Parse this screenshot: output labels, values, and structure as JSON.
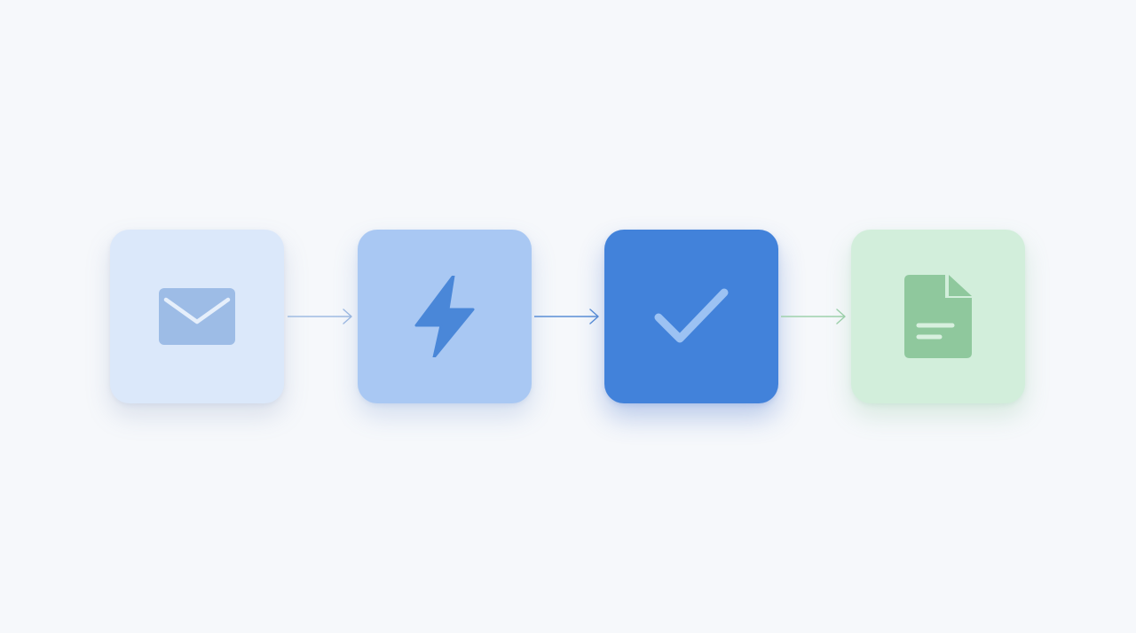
{
  "diagram": {
    "steps": [
      {
        "icon": "envelope-icon",
        "tile_color": "#dbe8fa",
        "icon_color": "#9dbce6"
      },
      {
        "icon": "lightning-bolt-icon",
        "tile_color": "#a9c8f3",
        "icon_color": "#4a87d8"
      },
      {
        "icon": "checkmark-icon",
        "tile_color": "#4282da",
        "icon_color": "#9cc2f3"
      },
      {
        "icon": "document-icon",
        "tile_color": "#d2eedb",
        "icon_color": "#8fc89d"
      }
    ],
    "connectors": [
      {
        "from": 1,
        "to": 2,
        "color": "#9fbbe2"
      },
      {
        "from": 2,
        "to": 3,
        "color": "#5a8ed6"
      },
      {
        "from": 3,
        "to": 4,
        "color": "#9ed1ac"
      }
    ]
  }
}
